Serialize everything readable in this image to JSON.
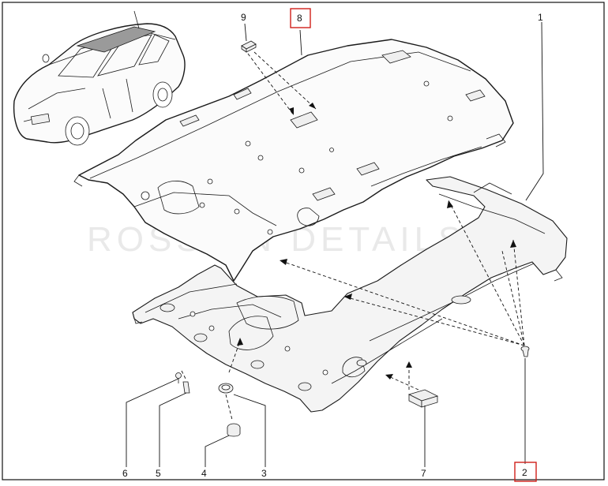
{
  "diagram": {
    "watermark_text": "ROSSIAN DETAILS",
    "callouts": [
      {
        "id": "1",
        "text": "1",
        "highlighted": false
      },
      {
        "id": "2",
        "text": "2",
        "highlighted": true
      },
      {
        "id": "3",
        "text": "3",
        "highlighted": false
      },
      {
        "id": "4",
        "text": "4",
        "highlighted": false
      },
      {
        "id": "5",
        "text": "5",
        "highlighted": false
      },
      {
        "id": "6",
        "text": "6",
        "highlighted": false
      },
      {
        "id": "7",
        "text": "7",
        "highlighted": false
      },
      {
        "id": "8",
        "text": "8",
        "highlighted": true
      },
      {
        "id": "9",
        "text": "9",
        "highlighted": false
      }
    ],
    "highlight_color": "#d0201a",
    "line_color": "#111111"
  }
}
